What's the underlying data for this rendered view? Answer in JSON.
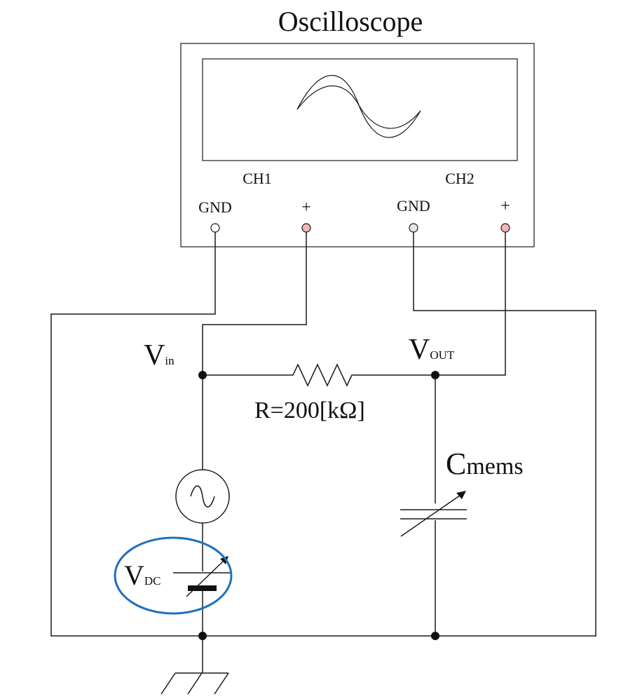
{
  "title": "Oscilloscope",
  "scope": {
    "ch1": "CH1",
    "ch2": "CH2",
    "ch1_gnd": "GND",
    "ch1_plus": "+",
    "ch2_gnd": "GND",
    "ch2_plus": "+"
  },
  "nodes": {
    "vin_main": "V",
    "vin_sub": "in",
    "vout_main": "V",
    "vout_sub": "OUT"
  },
  "resistor_label": "R=200[kΩ]",
  "capacitor": {
    "main": "C",
    "sub": "mems"
  },
  "dc_source": {
    "main": "V",
    "sub": "DC"
  },
  "colors": {
    "line": "#1a1a1a",
    "terminal_gnd": "#e6e6e6",
    "terminal_plus": "#f4b6b6",
    "highlight": "#1f6fbf"
  }
}
